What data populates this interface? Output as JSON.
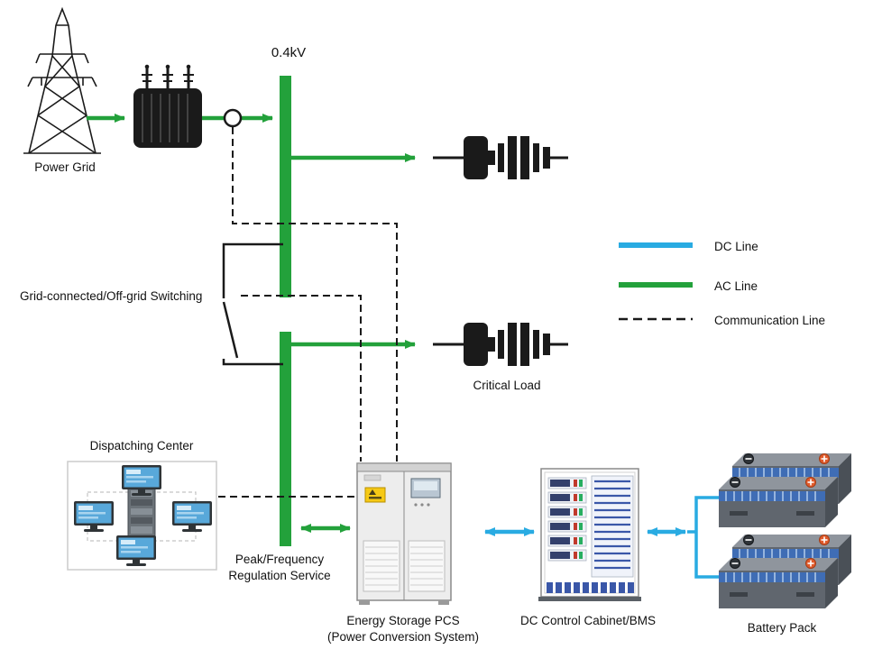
{
  "labels": {
    "bus_voltage": "0.4kV",
    "power_grid": "Power Grid",
    "grid_switching": "Grid-connected/Off-grid Switching",
    "critical_load": "Critical Load",
    "dispatching_center": "Dispatching Center",
    "peak_frequency_line1": "Peak/Frequency",
    "peak_frequency_line2": "Regulation Service",
    "pcs_line1": "Energy Storage PCS",
    "pcs_line2": "(Power Conversion System)",
    "dc_control_cabinet": "DC Control Cabinet/BMS",
    "battery_pack": "Battery Pack"
  },
  "legend": {
    "items": [
      {
        "label": "DC Line",
        "color": "#29abe2",
        "style": "solid"
      },
      {
        "label": "AC Line",
        "color": "#23a13b",
        "style": "solid"
      },
      {
        "label": "Communication Line",
        "color": "#1a1a1a",
        "style": "dashed"
      }
    ]
  },
  "colors": {
    "background": "#ffffff",
    "bus": "#23a13b",
    "ac_line": "#23a13b",
    "dc_line": "#29abe2",
    "communication_line": "#1a1a1a"
  },
  "icons": {
    "power_grid": "transmission-tower-icon",
    "transformer": "transformer-icon",
    "meter_node": "connection-node-icon",
    "loads": "load-icon",
    "dispatching_center": "monitors-server-icon",
    "pcs": "pcs-cabinet-icon",
    "dc_cabinet": "dc-control-cabinet-icon",
    "battery": "battery-pack-icon"
  }
}
